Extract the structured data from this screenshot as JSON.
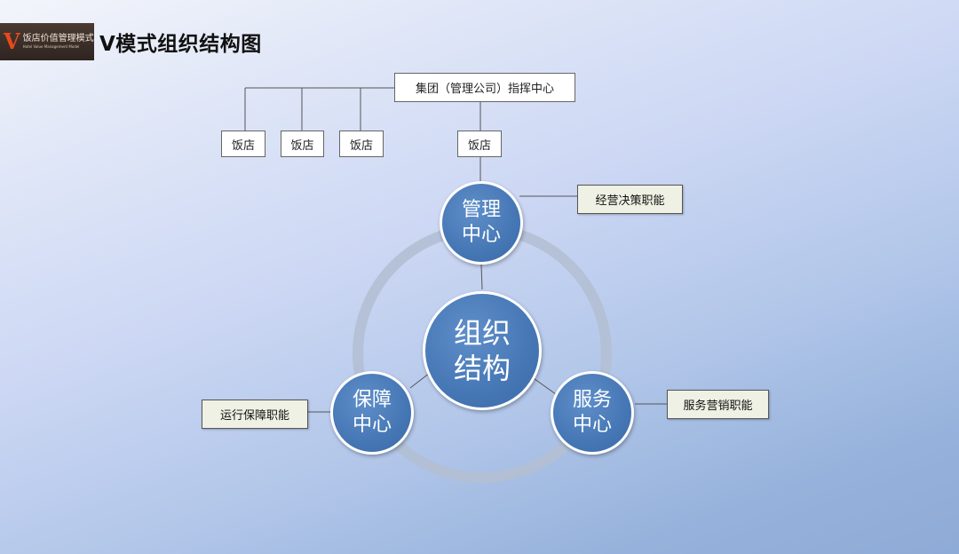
{
  "header": {
    "logo_mark": "V",
    "logo_cn": "饭店价值管理模式",
    "logo_en": "Hotel Value Management Model",
    "title": "V模式组织结构图"
  },
  "diagram": {
    "group_center": "集团（管理公司）指挥中心",
    "hotels": [
      "饭店",
      "饭店",
      "饭店",
      "饭店"
    ],
    "center": {
      "line1": "组织",
      "line2": "结构"
    },
    "nodes": {
      "management": {
        "line1": "管理",
        "line2": "中心"
      },
      "support": {
        "line1": "保障",
        "line2": "中心"
      },
      "service": {
        "line1": "服务",
        "line2": "中心"
      }
    },
    "functions": {
      "management": "经营决策职能",
      "support": "运行保障职能",
      "service": "服务营销职能"
    }
  },
  "colors": {
    "node_fill": "#4677b5",
    "ring": "#b3bfd3",
    "function_box": "#eef1e3"
  }
}
